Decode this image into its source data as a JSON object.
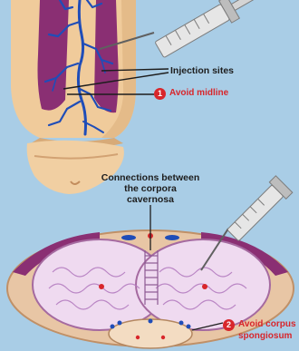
{
  "labels": {
    "injection_sites": "Injection sites",
    "avoid_midline_number": "1",
    "avoid_midline": "Avoid midline",
    "connections_line1": "Connections between",
    "connections_line2": "the corpora",
    "connections_line3": "cavernosa",
    "avoid_spongiosum_number": "2",
    "avoid_spongiosum_line1": "Avoid corpus",
    "avoid_spongiosum_line2": "spongiosum"
  },
  "colors": {
    "background": "#a9cde6",
    "skin": "#f0cb9b",
    "skin_shadow": "#d7aa78",
    "corpora": "#8a2f73",
    "vein": "#1f4db8",
    "warning": "#d8262b",
    "label_text": "#1d1d1d"
  }
}
